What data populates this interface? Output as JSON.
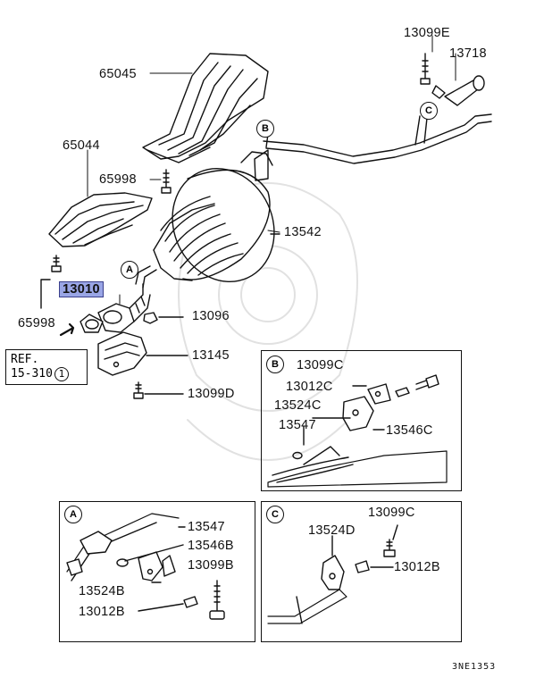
{
  "labels": {
    "p13099E": "13099E",
    "p13718": "13718",
    "p65045": "65045",
    "p65044": "65044",
    "p65998a": "65998",
    "p13542": "13542",
    "p13010": "13010",
    "p65998b": "65998",
    "p13096": "13096",
    "p13145": "13145",
    "p13099D": "13099D",
    "B_13099C": "13099C",
    "B_13012C": "13012C",
    "B_13524C": "13524C",
    "B_13547": "13547",
    "B_13546C": "13546C",
    "A_13547": "13547",
    "A_13546B": "13546B",
    "A_13099B": "13099B",
    "A_13524B": "13524B",
    "A_13012B": "13012B",
    "C_13099C": "13099C",
    "C_13524D": "13524D",
    "C_13012B": "13012B"
  },
  "reference": {
    "line1": "REF.",
    "line2": "15-310",
    "circle": "1"
  },
  "callouts": {
    "A": "A",
    "B": "B",
    "C": "C"
  },
  "diagram_code": "3NE1353"
}
